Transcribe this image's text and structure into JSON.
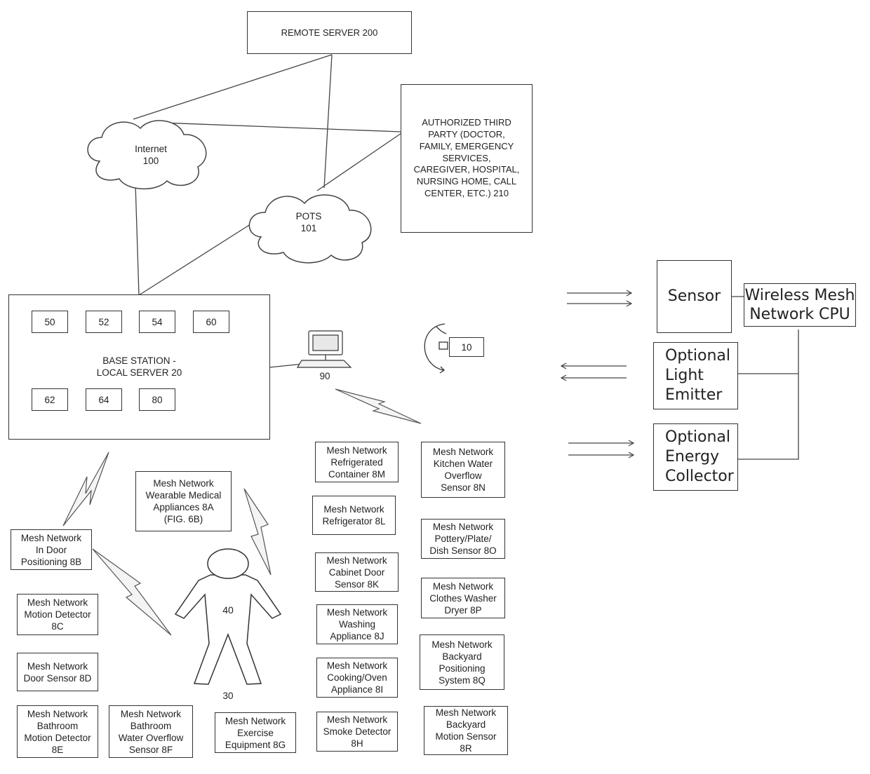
{
  "remote_server": "REMOTE SERVER 200",
  "third_party": "AUTHORIZED THIRD\nPARTY (DOCTOR,\nFAMILY, EMERGENCY\nSERVICES,\nCAREGIVER, HOSPITAL,\nNURSING HOME, CALL\nCENTER, ETC.) 210",
  "internet": "Internet\n100",
  "pots": "POTS\n101",
  "base_station": {
    "title": "BASE STATION -\nLOCAL SERVER 20",
    "modules": [
      "50",
      "52",
      "54",
      "60",
      "62",
      "64",
      "80"
    ]
  },
  "computer_label": "90",
  "device_label": "10",
  "person_label": "40",
  "person_ref": "30",
  "sensor_module": {
    "sensor": "Sensor",
    "cpu": "Wireless Mesh\nNetwork CPU",
    "light": "Optional\nLight\nEmitter",
    "energy": "Optional\nEnergy\nCollector"
  },
  "mesh_devices": {
    "8A": "Mesh Network\nWearable Medical\nAppliances 8A\n(FIG. 6B)",
    "8B": "Mesh Network\nIn Door\nPositioning 8B",
    "8C": "Mesh Network\nMotion Detector\n8C",
    "8D": "Mesh Network\nDoor Sensor 8D",
    "8E": "Mesh Network\nBathroom\nMotion Detector\n8E",
    "8F": "Mesh Network\nBathroom\nWater Overflow\nSensor 8F",
    "8G": "Mesh Network\nExercise\nEquipment 8G",
    "8H": "Mesh Network\nSmoke Detector\n8H",
    "8I": "Mesh Network\nCooking/Oven\nAppliance 8I",
    "8J": "Mesh Network\nWashing\nAppliance 8J",
    "8K": "Mesh Network\nCabinet Door\nSensor 8K",
    "8L": "Mesh Network\nRefrigerator 8L",
    "8M": "Mesh Network\nRefrigerated\nContainer 8M",
    "8N": "Mesh Network\nKitchen Water\nOverflow\nSensor 8N",
    "8O": "Mesh Network\nPottery/Plate/\nDish Sensor 8O",
    "8P": "Mesh Network\nClothes Washer\nDryer 8P",
    "8Q": "Mesh Network\nBackyard\nPositioning\nSystem 8Q",
    "8R": "Mesh Network\nBackyard\nMotion Sensor\n8R"
  }
}
